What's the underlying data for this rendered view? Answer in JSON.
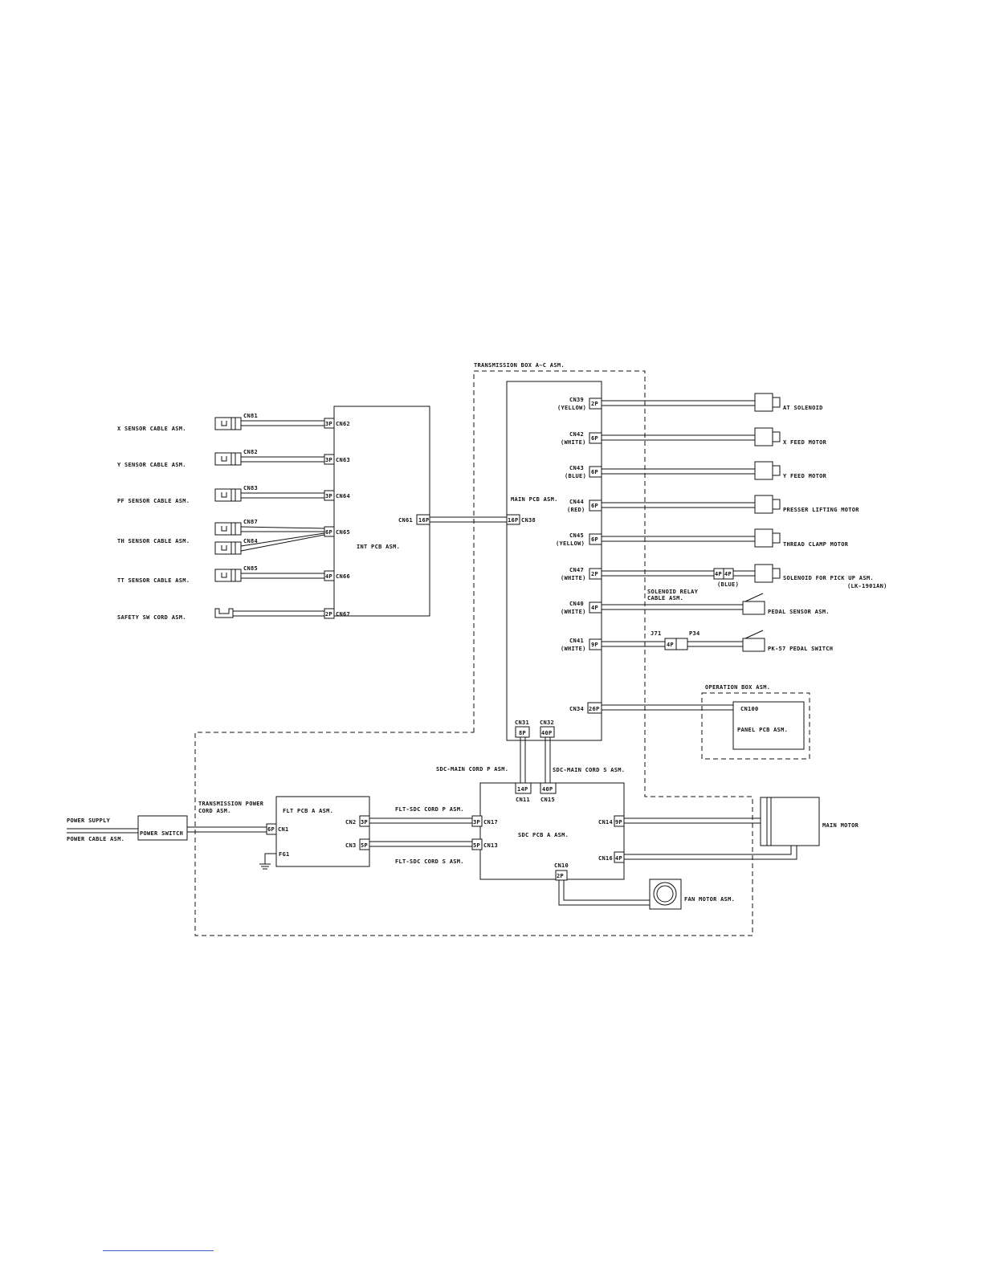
{
  "assemblies": {
    "transmission_box": "TRANSMISSION BOX A~C ASM.",
    "main_pcb": "MAIN PCB ASM.",
    "int_pcb": "INT PCB ASM.",
    "operation_box": "OPERATION BOX ASM.",
    "panel_pcb": "PANEL PCB ASM.",
    "flt_pcb": "FLT PCB A ASM.",
    "sdc_pcb": "SDC PCB A ASM.",
    "power_switch": "POWER SWITCH",
    "power_supply": "POWER SUPPLY",
    "power_cable": "POWER CABLE ASM.",
    "trans_power_cord_1": "TRANSMISSION POWER",
    "trans_power_cord_2": "CORD ASM.",
    "main_motor": "MAIN MOTOR",
    "fan_motor": "FAN MOTOR ASM.",
    "solenoid_relay_1": "SOLENOID RELAY",
    "solenoid_relay_2": "CABLE ASM.",
    "sdc_main_p": "SDC-MAIN CORD P ASM.",
    "sdc_main_s": "SDC-MAIN CORD S ASM.",
    "flt_sdc_p": "FLT-SDC CORD P ASM.",
    "flt_sdc_s": "FLT-SDC CORD S ASM.",
    "fg1": "FG1"
  },
  "sensors": [
    {
      "label": "X SENSOR CABLE ASM.",
      "cn": "CN81",
      "pin": "3P",
      "int_cn": "CN62"
    },
    {
      "label": "Y SENSOR CABLE ASM.",
      "cn": "CN82",
      "pin": "3P",
      "int_cn": "CN63"
    },
    {
      "label": "PF SENSOR CABLE ASM.",
      "cn": "CN83",
      "pin": "3P",
      "int_cn": "CN64"
    },
    {
      "label": "TH SENSOR CABLE ASM.",
      "cn": "CN87",
      "cn2": "CN84",
      "pin": "6P",
      "int_cn": "CN65"
    },
    {
      "label": "TT SENSOR CABLE ASM.",
      "cn": "CN85",
      "pin": "4P",
      "int_cn": "CN66"
    },
    {
      "label": "SAFETY SW CORD ASM.",
      "cn": "",
      "pin": "2P",
      "int_cn": "CN67"
    }
  ],
  "int_main": {
    "int_cn": "CN61",
    "int_pin": "16P",
    "main_pin": "16P",
    "main_cn": "CN38"
  },
  "outputs": [
    {
      "cn": "CN39",
      "color": "(YELLOW)",
      "pin": "2P",
      "label": "AT SOLENOID"
    },
    {
      "cn": "CN42",
      "color": "(WHITE)",
      "pin": "6P",
      "label": "X FEED MOTOR"
    },
    {
      "cn": "CN43",
      "color": "(BLUE)",
      "pin": "6P",
      "label": "Y FEED MOTOR"
    },
    {
      "cn": "CN44",
      "color": "(RED)",
      "pin": "6P",
      "label": "PRESSER LIFTING MOTOR"
    },
    {
      "cn": "CN45",
      "color": "(YELLOW)",
      "pin": "6P",
      "label": "THREAD CLAMP MOTOR"
    },
    {
      "cn": "CN47",
      "color": "(WHITE)",
      "pin": "2P",
      "label": "SOLENOID FOR PICK UP ASM.",
      "sub": "(LK-1901AN)",
      "relay_pin_a": "4P",
      "relay_pin_b": "4P",
      "relay_color": "(BLUE)"
    },
    {
      "cn": "CN40",
      "color": "(WHITE)",
      "pin": "4P",
      "label": "PEDAL SENSOR ASM."
    },
    {
      "cn": "CN41",
      "color": "(WHITE)",
      "pin": "9P",
      "label": "PK-57 PEDAL SWITCH",
      "j": "J71",
      "p": "P34",
      "mid_pin": "4P"
    }
  ],
  "cn34": {
    "cn": "CN34",
    "pin": "26P",
    "panel_cn": "CN100"
  },
  "main_sdc": {
    "cn31": "CN31",
    "pin31": "8P",
    "cn32": "CN32",
    "pin32": "40P",
    "cn11": "CN11",
    "pin11": "14P",
    "cn15": "CN15",
    "pin15": "40P"
  },
  "power": {
    "cn1": "CN1",
    "pin1": "6P"
  },
  "flt": {
    "cn2": "CN2",
    "pin2": "3P",
    "cn3": "CN3",
    "pin3": "5P"
  },
  "sdc": {
    "cn17": "CN17",
    "pin17": "3P",
    "cn13": "CN13",
    "pin13": "5P",
    "cn14": "CN14",
    "pin14": "9P",
    "cn16": "CN16",
    "pin16": "4P",
    "cn10": "CN10",
    "pin10": "2P"
  }
}
